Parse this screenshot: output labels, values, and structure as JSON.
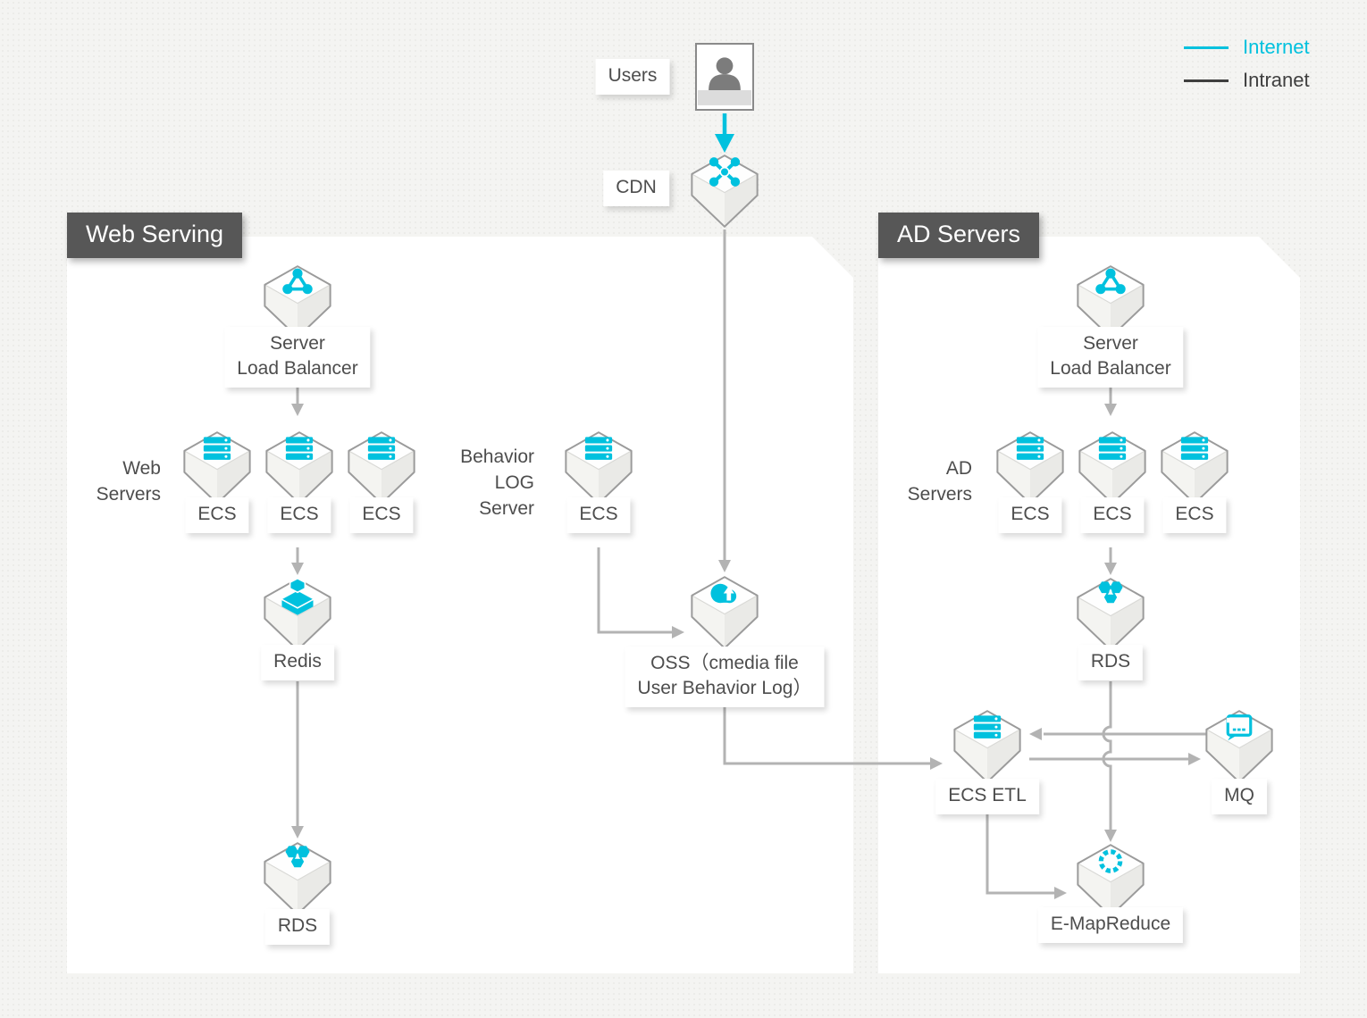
{
  "legend": {
    "internet_label": "Internet",
    "intranet_label": "Intranet"
  },
  "colors": {
    "internet": "#00c1de",
    "intranet": "#3f3f3f",
    "accent": "#00c1de",
    "arrow": "#b3b3b3",
    "header": "#575757",
    "text": "#4d4d4d"
  },
  "users": {
    "label": "Users"
  },
  "cdn": {
    "label": "CDN"
  },
  "web_serving": {
    "title": "Web Serving",
    "slb_label_lines": [
      "Server",
      "Load Balancer"
    ],
    "group_label_lines": [
      "Web",
      "Servers"
    ],
    "ecs_tags": [
      "ECS",
      "ECS",
      "ECS"
    ],
    "behavior_label_lines": [
      "Behavior",
      "LOG",
      "Server"
    ],
    "behavior_ecs_tag": "ECS",
    "redis_label": "Redis",
    "rds_label": "RDS",
    "oss_label_lines": [
      "OSS（cmedia file",
      "User Behavior Log）"
    ]
  },
  "ad_servers": {
    "title": "AD Servers",
    "slb_label_lines": [
      "Server",
      "Load Balancer"
    ],
    "group_label_lines": [
      "AD",
      "Servers"
    ],
    "ecs_tags": [
      "ECS",
      "ECS",
      "ECS"
    ],
    "rds_label": "RDS",
    "ecs_etl_label": "ECS ETL",
    "mq_label": "MQ",
    "emr_label": "E-MapReduce"
  },
  "icons": {
    "users": "person-icon",
    "cdn": "network-hub-icon",
    "slb": "load-balancer-icon",
    "ecs": "server-stack-icon",
    "redis": "cache-box-icon",
    "rds": "database-cluster-icon",
    "oss": "cloud-upload-icon",
    "mq": "message-queue-icon",
    "emr": "dashed-circle-icon"
  }
}
